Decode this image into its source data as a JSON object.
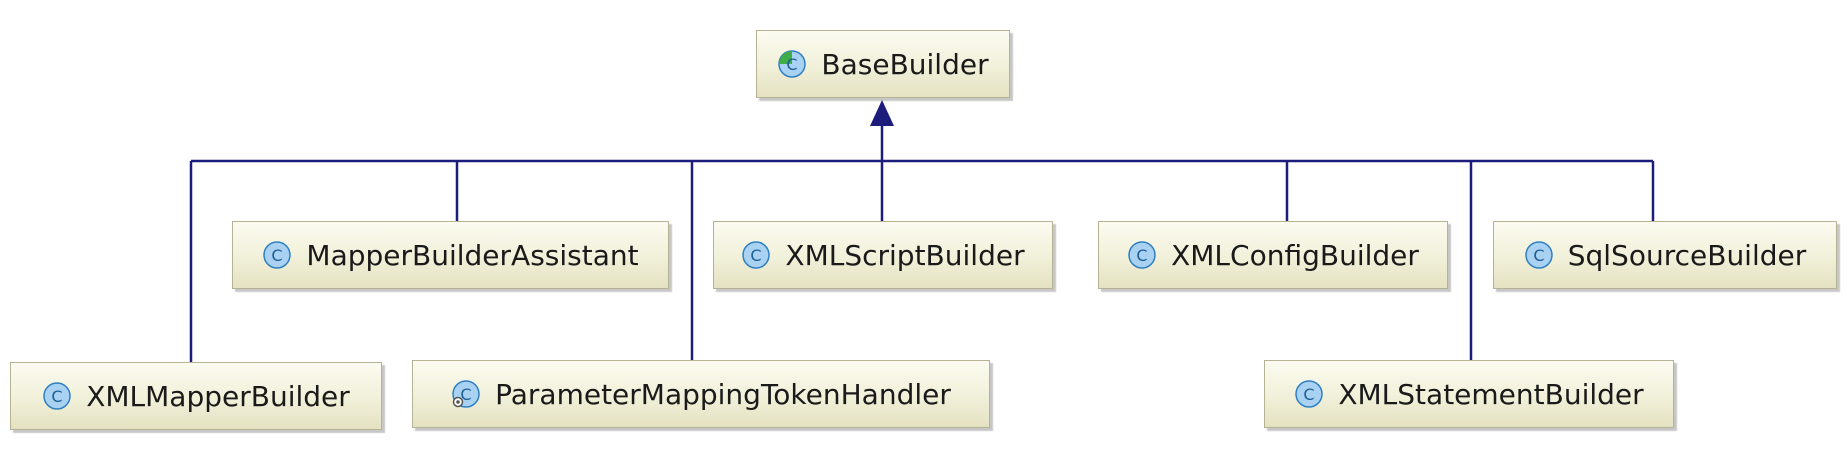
{
  "diagram": {
    "root": {
      "name": "BaseBuilder",
      "icon": "abstract-class-icon"
    },
    "children": [
      {
        "name": "MapperBuilderAssistant",
        "icon": "class-icon"
      },
      {
        "name": "XMLScriptBuilder",
        "icon": "class-icon"
      },
      {
        "name": "XMLConfigBuilder",
        "icon": "class-icon"
      },
      {
        "name": "SqlSourceBuilder",
        "icon": "class-icon"
      },
      {
        "name": "XMLMapperBuilder",
        "icon": "class-icon"
      },
      {
        "name": "ParameterMappingTokenHandler",
        "icon": "nested-class-icon"
      },
      {
        "name": "XMLStatementBuilder",
        "icon": "class-icon"
      }
    ],
    "colors": {
      "edge": "#1c1c7a",
      "box_fill": "#f1f0d9",
      "box_border": "#b5b393",
      "icon_fill": "#a9d2f2",
      "icon_ring": "#2f7fc1",
      "abstract_accent": "#3fae49"
    }
  }
}
